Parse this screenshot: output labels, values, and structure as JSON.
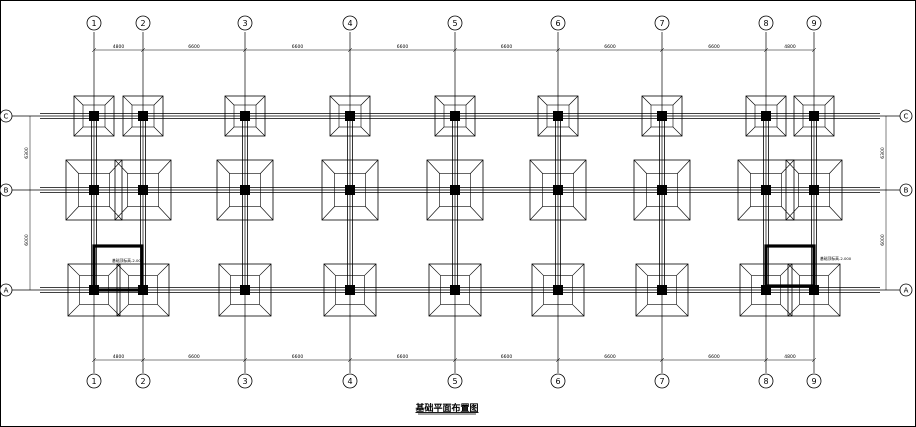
{
  "drawing": {
    "title": "基础平面布置图",
    "column_axes": [
      "1",
      "2",
      "3",
      "4",
      "5",
      "6",
      "7",
      "8",
      "9"
    ],
    "row_axes_left": [
      "C",
      "B",
      "A"
    ],
    "row_axes_right": [
      "A",
      "B",
      "C"
    ],
    "top_dims": [
      "4800",
      "6600",
      "6600",
      "6600",
      "6600",
      "6600",
      "6600",
      "4800"
    ],
    "bottom_dims": [
      "4800",
      "6600",
      "6600",
      "6600",
      "6600",
      "6600",
      "6600",
      "4800"
    ],
    "left_dims": [
      "6300",
      "6000"
    ],
    "right_dims": [
      "6300",
      "6000"
    ],
    "elevation_note": "基础顶标高-2.000"
  }
}
